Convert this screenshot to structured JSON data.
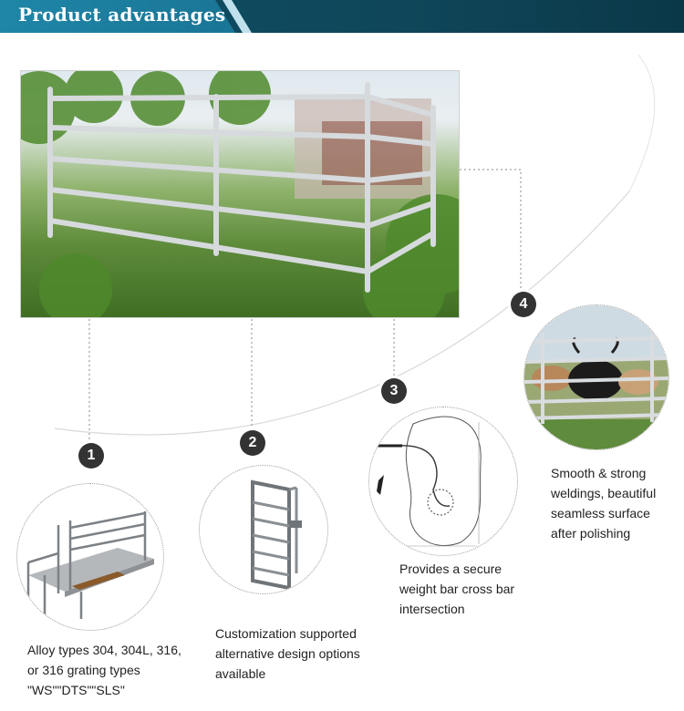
{
  "header": {
    "title": "Product advantages"
  },
  "features": [
    {
      "number": "1",
      "text": "Alloy types 304, 304L, 316, or 316 grating types \"WS\"\"DTS\"\"SLS\""
    },
    {
      "number": "2",
      "text": "Customization supported alternative design options available"
    },
    {
      "number": "3",
      "text": "Provides a secure weight bar cross bar intersection"
    },
    {
      "number": "4",
      "text": "Smooth & strong weldings, beautiful seamless surface after polishing"
    }
  ],
  "colors": {
    "header_dark": "#0e4f67",
    "header_tab": "#1f86a8",
    "badge": "#333333"
  }
}
